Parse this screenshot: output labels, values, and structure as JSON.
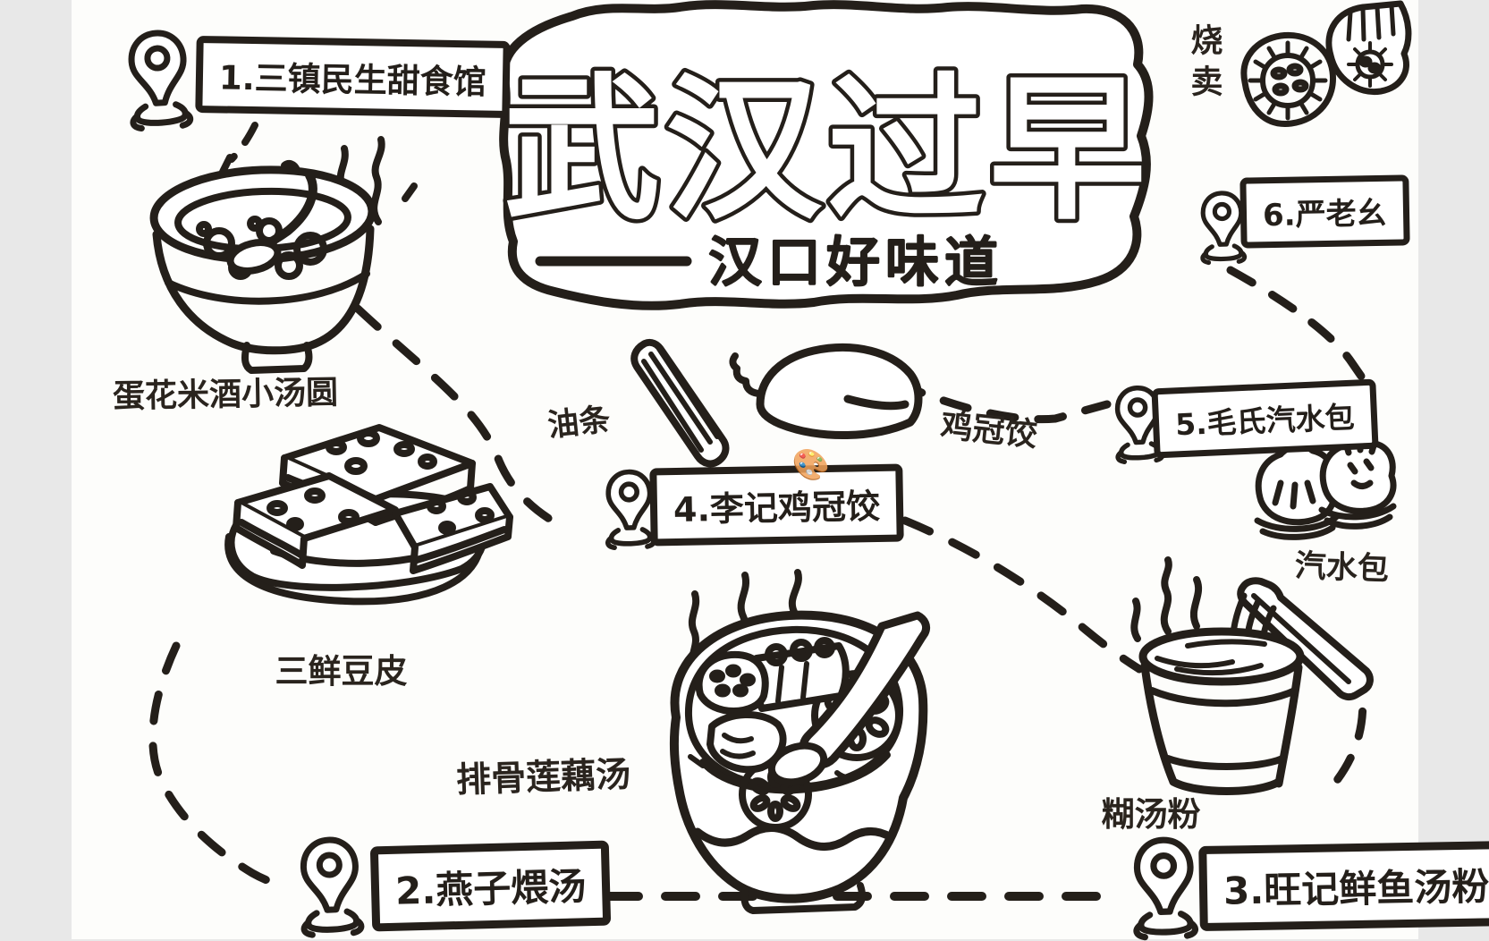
{
  "title": {
    "main": "武汉过早",
    "subtitle": "汉口好味道"
  },
  "pins": [
    {
      "num": "1",
      "label": "1.三镇民生甜食馆"
    },
    {
      "num": "2",
      "label": "2.燕子煨汤"
    },
    {
      "num": "3",
      "label": "3.旺记鲜鱼汤粉"
    },
    {
      "num": "4",
      "label": "4.李记鸡冠饺"
    },
    {
      "num": "5",
      "label": "5.毛氏汽水包"
    },
    {
      "num": "6",
      "label": "6.严老幺"
    }
  ],
  "food_labels": {
    "tangyuan": "蛋花米酒小汤圆",
    "doupi": "三鲜豆皮",
    "youtiao": "油条",
    "jiguanjiao": "鸡冠饺",
    "shaomai": "烧卖",
    "qishuibao": "汽水包",
    "paigu_soup": "排骨莲藕汤",
    "hutangfen": "糊汤粉"
  },
  "watermark": {
    "icon": "🎨"
  },
  "colors": {
    "ink": "#241f1a",
    "paper": "#ffffff"
  }
}
